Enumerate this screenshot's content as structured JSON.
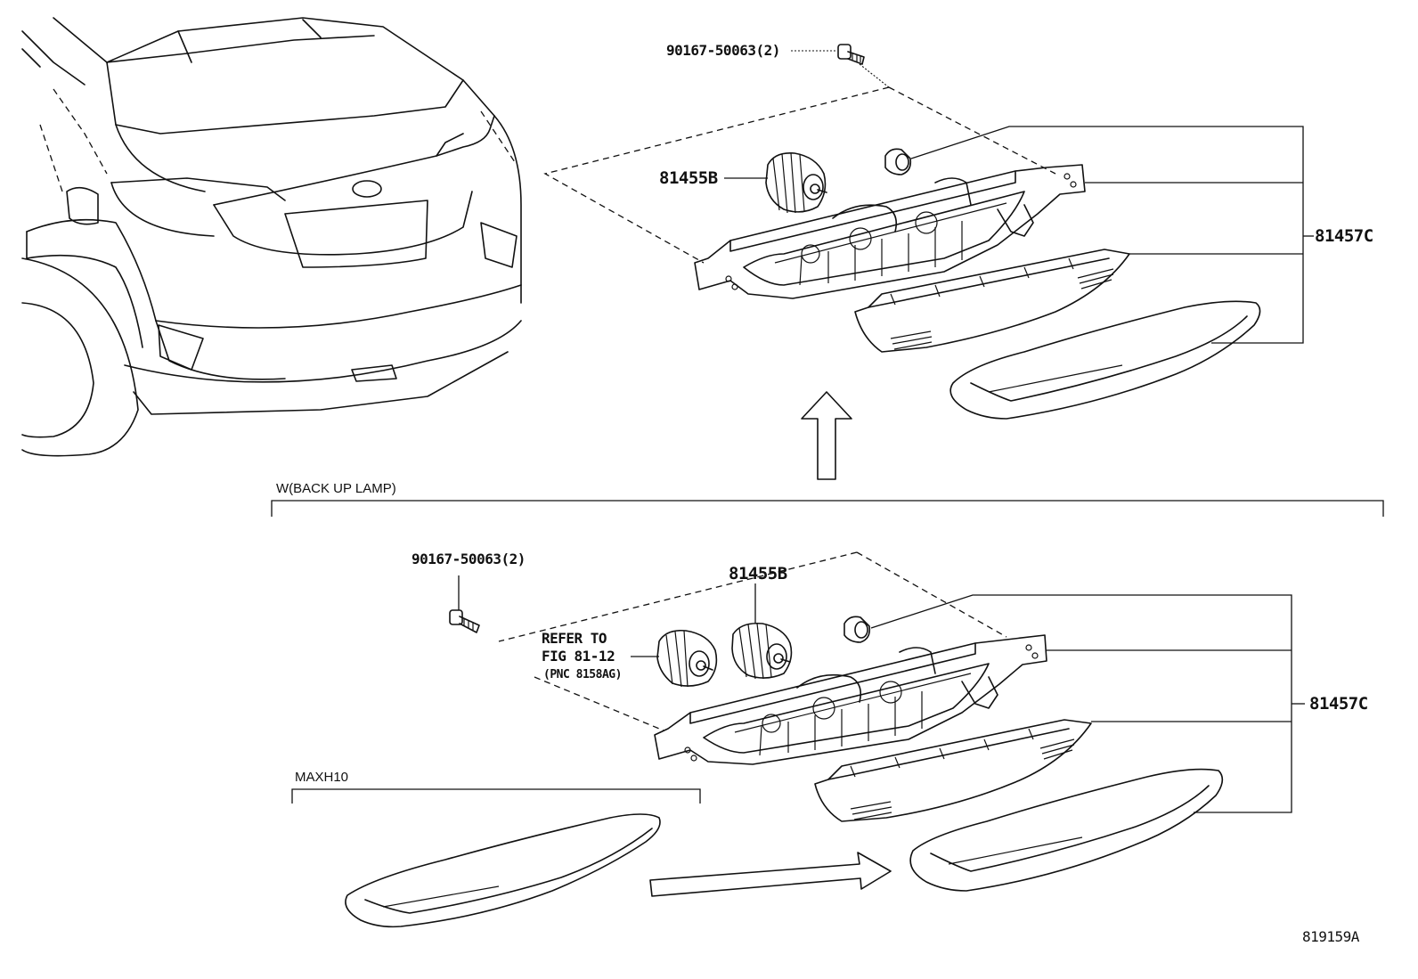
{
  "labels": {
    "upper_bolt": "90167-50063(2)",
    "upper_socket": "81455B",
    "upper_assembly": "81457C",
    "variant_heading": "W(BACK UP LAMP)",
    "lower_bolt": "90167-50063(2)",
    "lower_socket": "81455B",
    "refer_line1": "REFER TO",
    "refer_line2": "FIG 81-12",
    "refer_line3": "(PNC 8158AG)",
    "lower_assembly": "81457C",
    "model_heading": "MAXH10",
    "figure_number": "819159A"
  }
}
